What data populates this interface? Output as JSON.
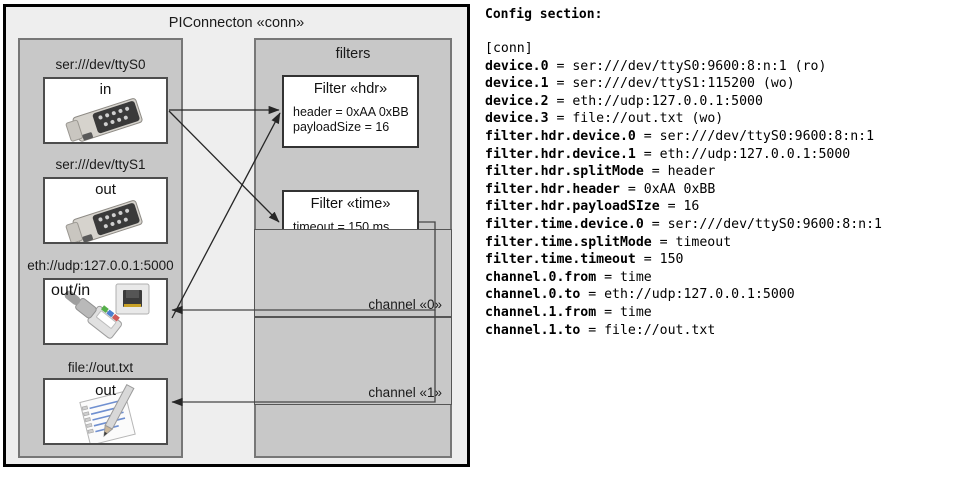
{
  "diagram": {
    "title": "PIConnecton «conn»",
    "devices_group": {
      "name": "devices-group"
    },
    "filters_group": {
      "title": "filters"
    },
    "devices": [
      {
        "label": "ser:///dev/ttyS0",
        "direction": "in",
        "icon": "serial-db9-connector-icon"
      },
      {
        "label": "ser:///dev/ttyS1",
        "direction": "out",
        "icon": "serial-db9-connector-icon"
      },
      {
        "label": "eth://udp:127.0.0.1:5000",
        "direction": "out/in",
        "icon": "ethernet-rj45-icon"
      },
      {
        "label": "file://out.txt",
        "direction": "out",
        "icon": "text-file-pencil-icon"
      }
    ],
    "filters": [
      {
        "title": "Filter «hdr»",
        "props": [
          "header = 0xAA 0xBB",
          "payloadSize = 16"
        ]
      },
      {
        "title": "Filter «time»",
        "props": [
          "timeout = 150 ms"
        ]
      }
    ],
    "channels": [
      {
        "label": "channel «0»"
      },
      {
        "label": "channel «1»"
      }
    ]
  },
  "config": {
    "heading": "Config section:",
    "lines": [
      "[conn]",
      "device.0 = ser:///dev/ttyS0:9600:8:n:1 (ro)",
      "device.1 = ser:///dev/ttyS1:115200 (wo)",
      "device.2 = eth://udp:127.0.0.1:5000",
      "device.3 = file://out.txt (wo)",
      "filter.hdr.device.0 = ser:///dev/ttyS0:9600:8:n:1",
      "filter.hdr.device.1 = eth://udp:127.0.0.1:5000",
      "filter.hdr.splitMode = header",
      "filter.hdr.header = 0xAA 0xBB",
      "filter.hdr.payloadSIze = 16",
      "filter.time.device.0 = ser:///dev/ttyS0:9600:8:n:1",
      "filter.time.splitMode = timeout",
      "filter.time.timeout = 150",
      "channel.0.from = time",
      "channel.0.to = eth://udp:127.0.0.1:5000",
      "channel.1.from = time",
      "channel.1.to = file://out.txt"
    ]
  },
  "colors": {
    "panel_bg": "#eeeeee",
    "group_bg": "#c8c8c8",
    "box_bg": "#ffffff",
    "frame": "#000000",
    "line": "#333333"
  }
}
